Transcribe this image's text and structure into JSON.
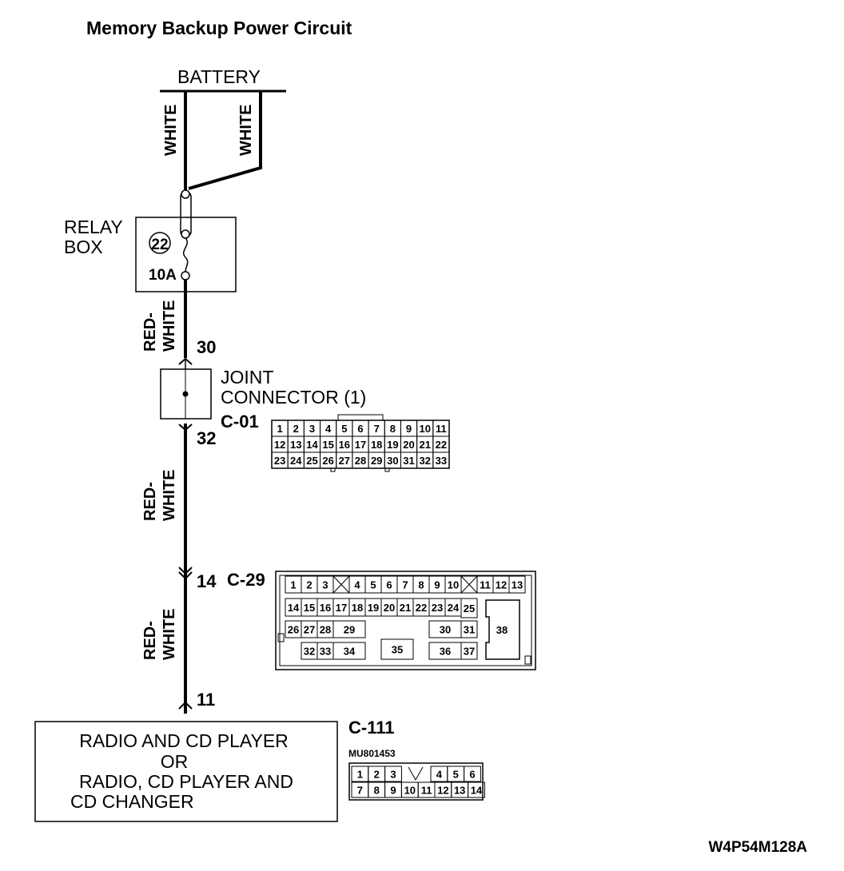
{
  "title": "Memory Backup Power Circuit",
  "battery": {
    "label": "BATTERY"
  },
  "wires": {
    "white_1": "WHITE",
    "white_2": "WHITE",
    "red_1": "RED-",
    "red_1b": "WHITE",
    "red_2": "RED-",
    "red_2b": "WHITE",
    "red_3": "RED-",
    "red_3b": "WHITE"
  },
  "relay_box": {
    "line1": "RELAY",
    "line2": "BOX",
    "fuse_number": "22",
    "fuse_rating": "10A"
  },
  "joint_connector": {
    "line1": "JOINT",
    "line2": "CONNECTOR (1)",
    "code": "C-01",
    "pin_in": "30",
    "pin_out": "32",
    "grid_rows": [
      [
        "1",
        "2",
        "3",
        "4",
        "5",
        "6",
        "7",
        "8",
        "9",
        "10",
        "11"
      ],
      [
        "12",
        "13",
        "14",
        "15",
        "16",
        "17",
        "18",
        "19",
        "20",
        "21",
        "22"
      ],
      [
        "23",
        "24",
        "25",
        "26",
        "27",
        "28",
        "29",
        "30",
        "31",
        "32",
        "33"
      ]
    ]
  },
  "connector_c29": {
    "code": "C-29",
    "pin": "14",
    "row1_left": [
      "1",
      "2",
      "3"
    ],
    "row1_mid": [
      "4",
      "5",
      "6",
      "7",
      "8",
      "9",
      "10"
    ],
    "row1_right": [
      "11",
      "12",
      "13"
    ],
    "row2": [
      "14",
      "15",
      "16",
      "17",
      "18",
      "19",
      "20",
      "21",
      "22",
      "23",
      "24",
      "25"
    ],
    "row3_left": [
      "26",
      "27",
      "28"
    ],
    "cells": {
      "29": "29",
      "30": "30",
      "31": "31",
      "32": "32",
      "33": "33",
      "34": "34",
      "35": "35",
      "36": "36",
      "37": "37",
      "38": "38"
    }
  },
  "radio": {
    "line1": "RADIO AND CD PLAYER",
    "line2": "OR",
    "line3": "RADIO, CD PLAYER AND",
    "line4": "CD CHANGER",
    "pin": "11",
    "code": "C-111",
    "part_number": "MU801453",
    "row1_left": [
      "1",
      "2",
      "3"
    ],
    "row1_right": [
      "4",
      "5",
      "6"
    ],
    "row2": [
      "7",
      "8",
      "9",
      "10",
      "11",
      "12",
      "13",
      "14"
    ]
  },
  "diagram_code": "W4P54M128A"
}
